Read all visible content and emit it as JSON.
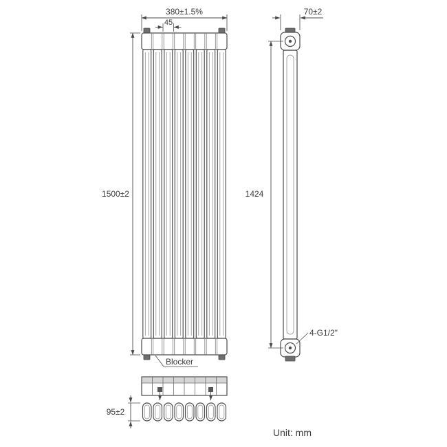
{
  "diagram": {
    "unit_note": "Unit: mm",
    "front_view": {
      "width_dim": "380±1.5%",
      "section_pitch_dim": "45",
      "height_dim": "1500±2",
      "blocker_label": "Blocker"
    },
    "side_view": {
      "depth_dim": "70±2",
      "connection_pitch_dim": "1424",
      "thread_label": "4-G1/2\""
    },
    "bottom_view": {
      "depth_dim": "95±2"
    },
    "colors": {
      "line": "#4a4a4a",
      "secondary_line": "#8f8f8f",
      "dark_fitting": "#6f6f6f",
      "shading": "#d6d6d6",
      "text": "#3d3d3d",
      "background": "#ffffff"
    }
  }
}
